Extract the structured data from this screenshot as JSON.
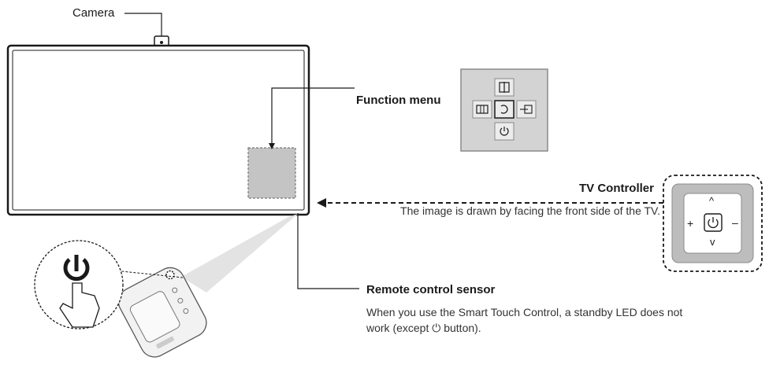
{
  "labels": {
    "camera": "Camera",
    "function_menu": "Function menu",
    "tv_controller_title": "TV Controller",
    "tv_controller_desc": "The image is drawn by facing the front side of the TV.",
    "remote_sensor_title": "Remote control sensor",
    "remote_sensor_desc_1": "When you use the Smart Touch Control, a standby LED does not work (except ",
    "remote_sensor_desc_2": " button)."
  },
  "controller_symbols": {
    "plus": "+",
    "minus": "–",
    "up": "^",
    "down": "v"
  },
  "icons": {
    "power": "power-icon",
    "return": "return-icon",
    "source": "source-icon",
    "menu": "menu-grid-icon",
    "settings": "settings-icon"
  },
  "colors": {
    "line": "#1a1a1a",
    "panel_gray": "#c9c9c9",
    "panel_border": "#8a8a8a",
    "dashed_box": "#bdbdbd"
  }
}
